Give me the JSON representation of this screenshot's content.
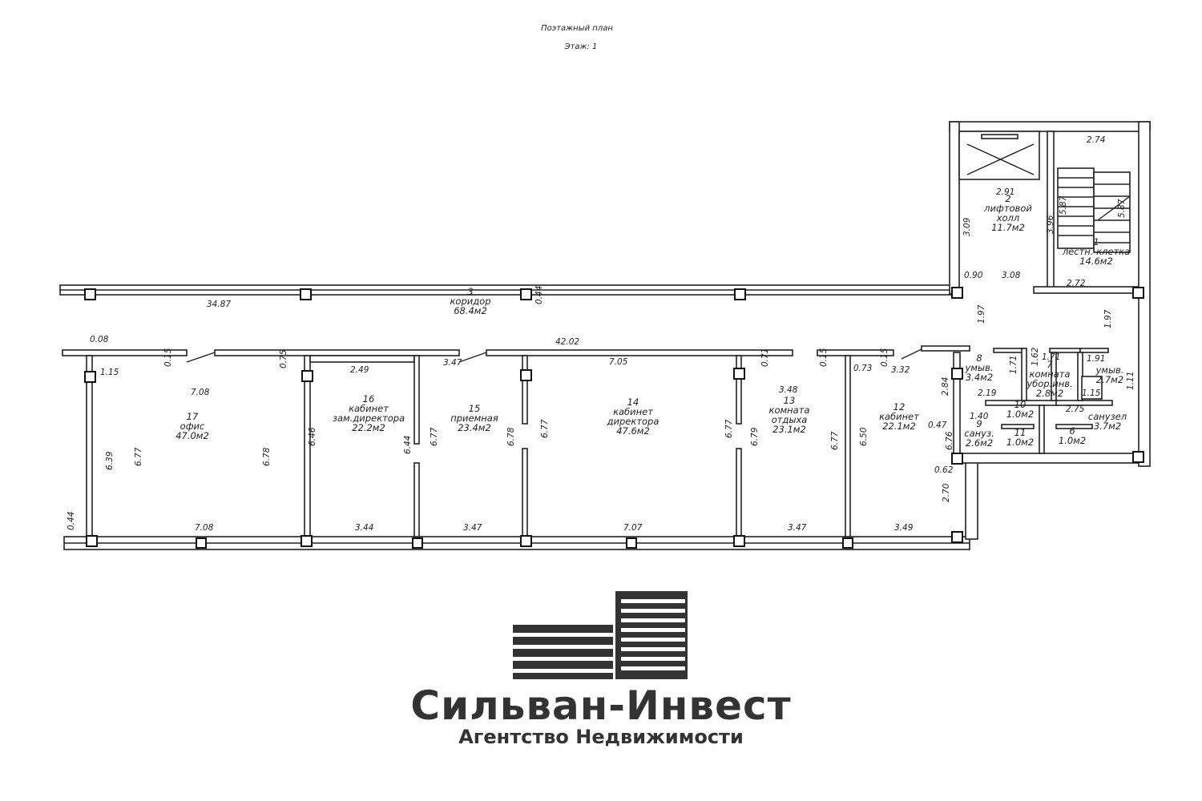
{
  "header": {
    "title": "Поэтажный план",
    "floor": "Этаж: 1"
  },
  "rooms": [
    {
      "id": "1",
      "lines": [
        "1",
        "лестн. клетка",
        "14.6м2"
      ]
    },
    {
      "id": "2",
      "lines": [
        "2",
        "лифтовой",
        "холл",
        "11.7м2"
      ]
    },
    {
      "id": "3",
      "lines": [
        "3",
        "коридор",
        "68.4м2"
      ]
    },
    {
      "id": "4",
      "lines": [
        "умыв.",
        "2.7м2"
      ]
    },
    {
      "id": "5",
      "lines": [
        "санузел",
        "3.7м2"
      ]
    },
    {
      "id": "6",
      "lines": [
        "6",
        "1.0м2"
      ]
    },
    {
      "id": "7",
      "lines": [
        "7",
        "комната",
        "убор.инв.",
        "2.8м2"
      ]
    },
    {
      "id": "8",
      "lines": [
        "8",
        "умыв.",
        "3.4м2"
      ]
    },
    {
      "id": "9",
      "lines": [
        "9",
        "сануз.",
        "2.6м2"
      ]
    },
    {
      "id": "10",
      "lines": [
        "10",
        "1.0м2"
      ]
    },
    {
      "id": "11",
      "lines": [
        "11",
        "1.0м2"
      ]
    },
    {
      "id": "12",
      "lines": [
        "12",
        "кабинет",
        "22.1м2"
      ]
    },
    {
      "id": "13",
      "lines": [
        "13",
        "комната",
        "отдыха",
        "23.1м2"
      ]
    },
    {
      "id": "14",
      "lines": [
        "14",
        "кабинет",
        "директора",
        "47.6м2"
      ]
    },
    {
      "id": "15",
      "lines": [
        "15",
        "приемная",
        "23.4м2"
      ]
    },
    {
      "id": "16",
      "lines": [
        "16",
        "кабинет",
        "зам.директора",
        "22.2м2"
      ]
    },
    {
      "id": "17",
      "lines": [
        "17",
        "офис",
        "47.0м2"
      ]
    }
  ],
  "dims": [
    "34.87",
    "0.44",
    "0.08",
    "42.02",
    "1.15",
    "0.15",
    "7.08",
    "0.75",
    "2.49",
    "3.47",
    "7.05",
    "0.71",
    "0.15",
    "0.73",
    "0.15",
    "3.32",
    "3.48",
    "6.39",
    "6.77",
    "6.78",
    "6.46",
    "6.44",
    "6.77",
    "6.78",
    "6.77",
    "6.77",
    "6.79",
    "6.77",
    "6.50",
    "6.76",
    "0.47",
    "0.62",
    "2.70",
    "2.84",
    "0.44",
    "7.08",
    "3.44",
    "3.47",
    "7.07",
    "3.47",
    "3.49",
    "2.91",
    "3.09",
    "3.96",
    "0.90",
    "3.08",
    "2.74",
    "5.87",
    "5.87",
    "2.72",
    "1.97",
    "1.97",
    "1.71",
    "1.62",
    "1.71",
    "1.91",
    "1.15",
    "1.11",
    "2.19",
    "1.40",
    "2.75"
  ],
  "brand": {
    "name": "Сильван-Инвест",
    "tagline": "Агентство Недвижимости",
    "color": "#333333"
  }
}
